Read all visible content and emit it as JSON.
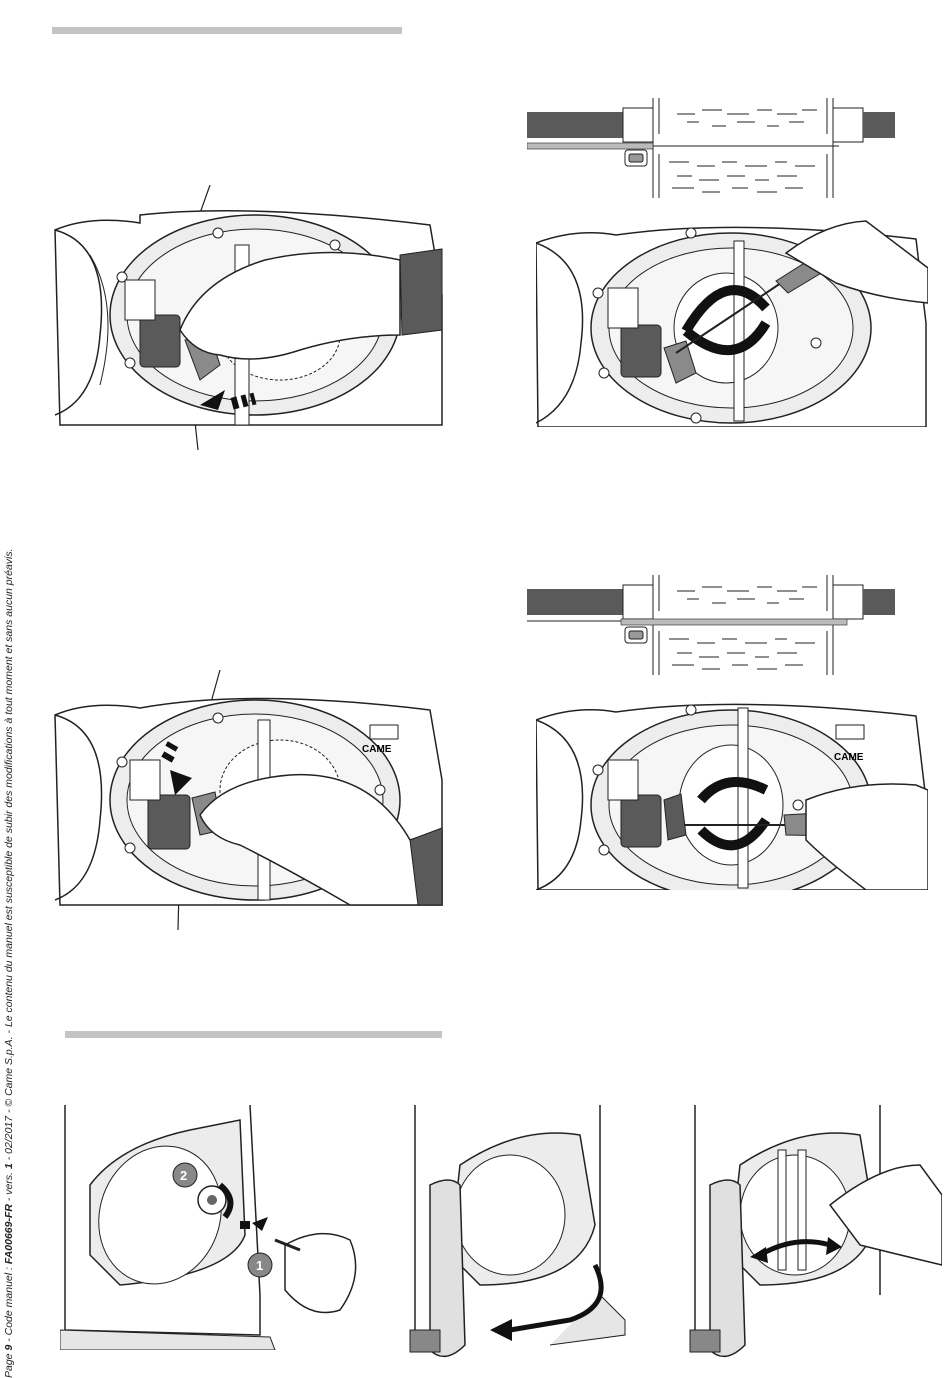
{
  "footer": {
    "page_label": "Page",
    "page_number": "9",
    "sep1": " - Code manuel : ",
    "code": "FA00669-FR",
    "sep2": " - vers. ",
    "version": "1",
    "sep3": " - 02/2017 - © Came S.p.A. - Le contenu du manuel est susceptible de subir des modifications à tout moment et sans aucun préavis."
  },
  "figures": {
    "brand_label": "CAME",
    "step_1": "1",
    "step_2": "2"
  },
  "colors": {
    "section_bar": "#c4c4c4",
    "dark_fill": "#5a5a5a",
    "mid_fill": "#8a8a8a",
    "light_fill": "#e6e6e6",
    "line": "#222222"
  }
}
